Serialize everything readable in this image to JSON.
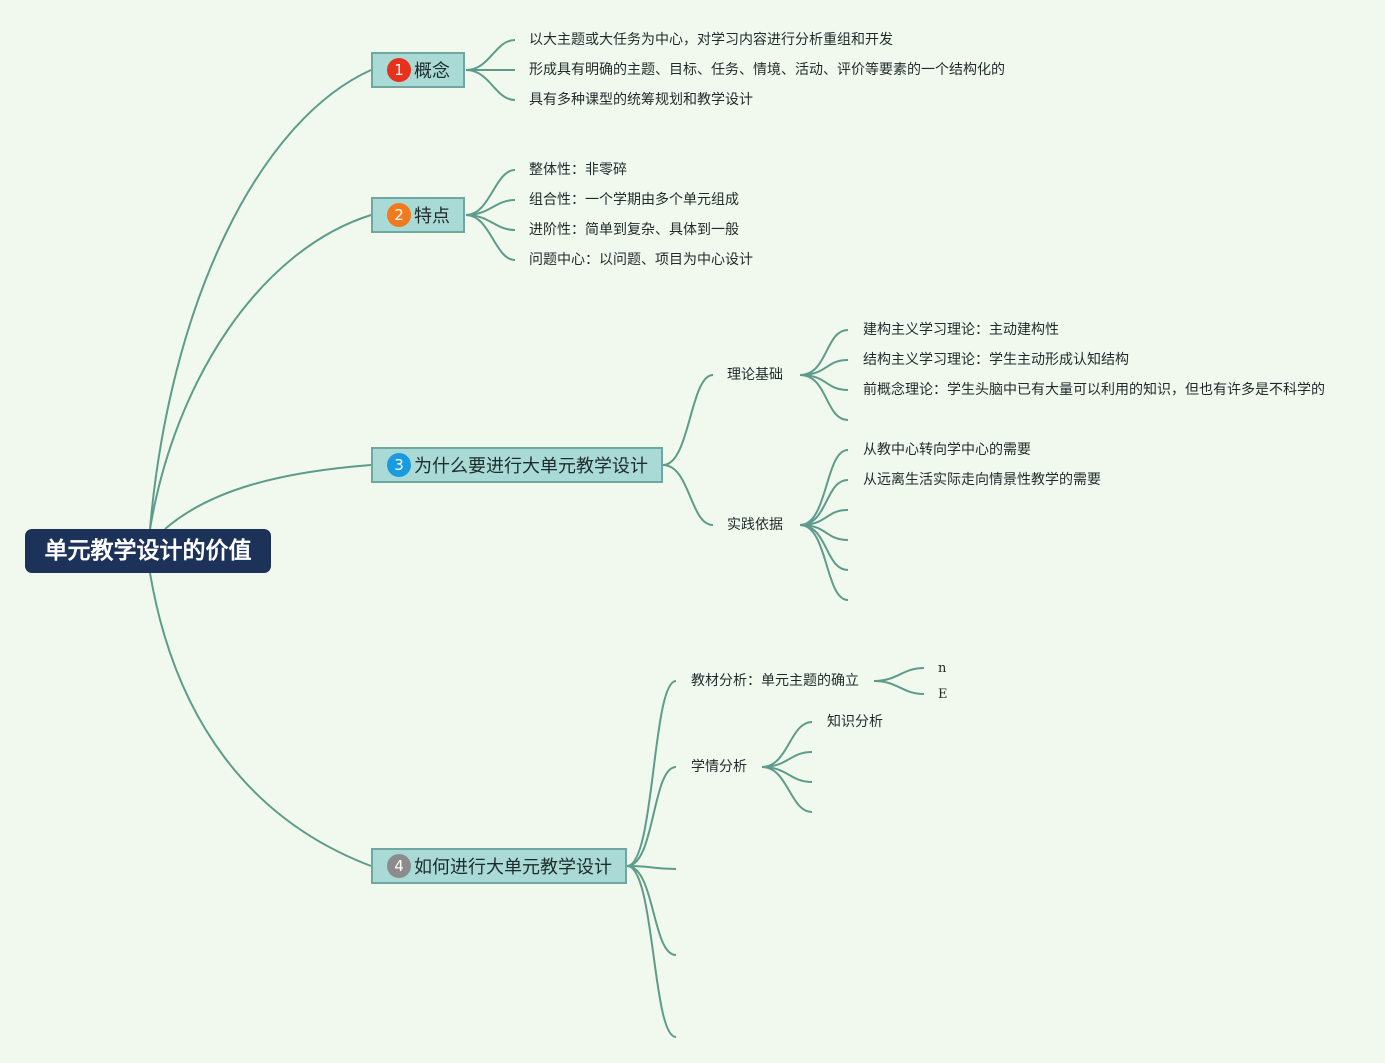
{
  "root": {
    "label": "单元教学设计的价值"
  },
  "branches": [
    {
      "number": "1",
      "color": "#e8311a",
      "label": "概念",
      "children": [
        "以大主题或大任务为中心，对学习内容进行分析重组和开发",
        "形成具有明确的主题、目标、任务、情境、活动、评价等要素的一个结构化的",
        "具有多种课型的统筹规划和教学设计"
      ]
    },
    {
      "number": "2",
      "color": "#f07a1c",
      "label": "特点",
      "children": [
        "整体性：非零碎",
        "组合性：一个学期由多个单元组成",
        "进阶性：简单到复杂、具体到一般",
        "问题中心：以问题、项目为中心设计"
      ]
    },
    {
      "number": "3",
      "color": "#1a9be0",
      "label": "为什么要进行大单元教学设计",
      "groups": [
        {
          "label": "理论基础",
          "children": [
            "建构主义学习理论：主动建构性",
            "结构主义学习理论：学生主动形成认知结构",
            "前概念理论：学生头脑中已有大量可以利用的知识，但也有许多是不科学的"
          ]
        },
        {
          "label": "实践依据",
          "children": [
            "从教中心转向学中心的需要",
            "从远离生活实际走向情景性教学的需要"
          ]
        }
      ]
    },
    {
      "number": "4",
      "color": "#8c8c8c",
      "label": "如何进行大单元教学设计",
      "groups": [
        {
          "label": "教材分析：单元主题的确立",
          "children": [
            "n",
            "E"
          ]
        },
        {
          "label": "学情分析",
          "children": [
            "知识分析"
          ]
        }
      ]
    }
  ],
  "colors": {
    "background": "#f1f9ef",
    "line": "#5d9c8a",
    "root_fill": "#1d3258",
    "branch_fill": "#a9dad6",
    "branch_border": "#6fa8a0"
  }
}
